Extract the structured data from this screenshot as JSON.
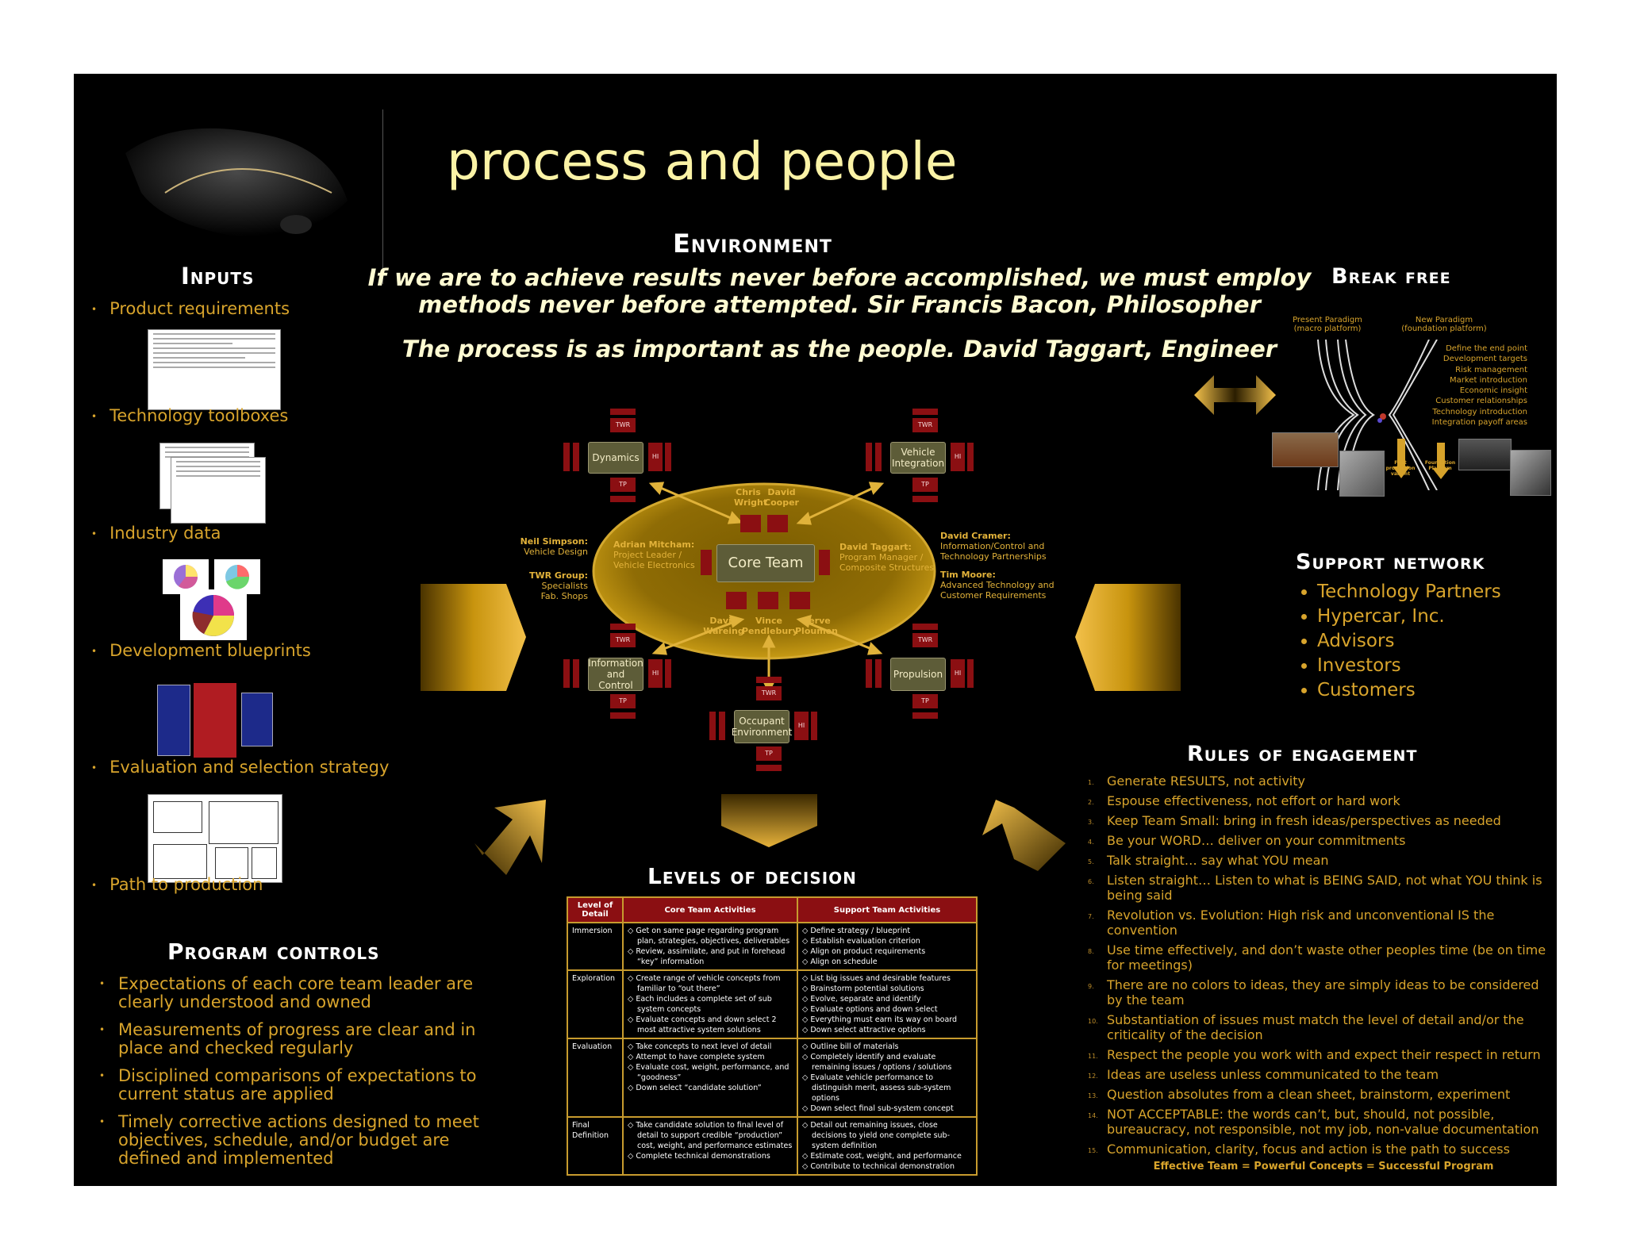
{
  "title": "process and people",
  "environment": {
    "heading": "Environment",
    "quote1_line1": "If we are to achieve results never before accomplished, we must employ",
    "quote1_line2": "methods never before attempted.  Sir Francis Bacon, Philosopher",
    "quote2": "The process is as important as the people.  David Taggart, Engineer"
  },
  "inputs": {
    "heading": "Inputs",
    "items": [
      "Product requirements",
      "Technology toolboxes",
      "Industry data",
      "Development blueprints",
      "Evaluation and selection strategy",
      "Path to production"
    ]
  },
  "program_controls": {
    "heading": "Program controls",
    "items": [
      "Expectations of each core team leader are clearly understood and owned",
      "Measurements of progress are clear and in place and checked regularly",
      "Disciplined comparisons of expectations to current status are applied",
      "Timely corrective actions designed to meet objectives, schedule, and/or budget are defined and implemented"
    ]
  },
  "break_free": {
    "heading": "Break free",
    "present": "Present Paradigm",
    "present_sub": "(macro platform)",
    "new": "New Paradigm",
    "new_sub": "(foundation platform)",
    "list": [
      "Define the end point",
      "Development targets",
      "Risk management",
      "Market introduction",
      "Economic insight",
      "Customer relationships",
      "Technology introduction",
      "Integration payoff areas"
    ],
    "first_production": "First production variant",
    "foundation_platform": "Foundation Platform"
  },
  "support": {
    "heading": "Support network",
    "items": [
      "Technology Partners",
      "Hypercar, Inc.",
      "Advisors",
      "Investors",
      "Customers"
    ]
  },
  "rules": {
    "heading": "Rules of engagement",
    "items": [
      "Generate RESULTS, not activity",
      "Espouse effectiveness, not effort or hard work",
      "Keep Team Small: bring in fresh ideas/perspectives as needed",
      "Be your WORD… deliver on your commitments",
      "Talk straight… say what YOU mean",
      "Listen straight… Listen to what is BEING SAID, not what YOU think is being said",
      "Revolution vs. Evolution: High risk and unconventional IS the convention",
      "Use time effectively, and don’t waste other peoples time (be on time for meetings)",
      "There are no colors to ideas, they are simply ideas to be considered by the team",
      "Substantiation of issues must match the level of detail and/or the criticality of the decision",
      "Respect the people you work with and expect their respect in return",
      "Ideas are useless unless communicated to the team",
      "Question absolutes from a clean sheet, brainstorm, experiment",
      "NOT ACCEPTABLE: the words can’t, but, should, not possible, bureaucracy, not responsible, not my job, non-value documentation",
      "Communication, clarity, focus and action is the path to success"
    ],
    "numbers": [
      "1.",
      "2.",
      "3.",
      "4.",
      "5.",
      "6.",
      "7.",
      "8.",
      "9.",
      "10.",
      "11.",
      "12.",
      "13.",
      "14.",
      "15."
    ],
    "footer": "Effective Team = Powerful Concepts = Successful Program"
  },
  "diagram": {
    "core": "Core Team",
    "twr": "TWR",
    "hi": "HI",
    "tp": "TP",
    "nodes": [
      "Dynamics",
      "Vehicle Integration",
      "Information and Control",
      "Propulsion",
      "Occupant Environment"
    ],
    "chris": "Chris",
    "david": "David",
    "wright": "Wright",
    "cooper": "Cooper",
    "david2": "David",
    "vince": "Vince",
    "serve": "Serve",
    "wareing": "Wareing",
    "pendlebury": "Pendlebury",
    "ploumen": "Ploumen",
    "adrian": "Adrian Mitcham:",
    "adrian_r1": "Project Leader /",
    "adrian_r2": "Vehicle Electronics",
    "taggart": "David Taggart:",
    "taggart_r1": "Program Manager /",
    "taggart_r2": "Composite Structures",
    "neil": "Neil Simpson:",
    "neil_r": "Vehicle Design",
    "twrg": "TWR Group:",
    "twrg_r1": "Specialists",
    "twrg_r2": "Fab. Shops",
    "cramer": "David Cramer:",
    "cramer_r1": "Information/Control and",
    "cramer_r2": "Technology Partnerships",
    "moore": "Tim Moore:",
    "moore_r1": "Advanced Technology and",
    "moore_r2": "Customer Requirements"
  },
  "levels": {
    "heading": "Levels of decision",
    "col1": "Level of Detail",
    "col2": "Core Team Activities",
    "col3": "Support Team Activities",
    "rows": [
      {
        "level": "Immersion",
        "core": [
          "Get on same page regarding program plan, strategies, objectives, deliverables",
          "Review, assimilate, and put in forehead “key” information"
        ],
        "support": [
          "Define strategy / blueprint",
          "Establish evaluation criterion",
          "Align on product requirements",
          "Align on schedule"
        ]
      },
      {
        "level": "Exploration",
        "core": [
          "Create range of vehicle concepts from familiar to “out there”",
          "Each includes a complete set of sub system concepts",
          "Evaluate concepts and down select 2 most attractive system solutions"
        ],
        "support": [
          "List big issues and desirable features",
          "Brainstorm potential solutions",
          "Evolve, separate and identify",
          "Evaluate options and down select",
          "Everything must earn its way on board",
          "Down select attractive options"
        ]
      },
      {
        "level": "Evaluation",
        "core": [
          "Take concepts to next level of detail",
          "Attempt to have complete system",
          "Evaluate cost, weight, performance, and “goodness”",
          "Down select “candidate solution”"
        ],
        "support": [
          "Outline bill of materials",
          "Completely identify and evaluate remaining issues / options / solutions",
          "Evaluate vehicle performance to distinguish merit, assess sub-system options",
          "Down select final sub-system concept"
        ]
      },
      {
        "level": "Final Definition",
        "core": [
          "Take candidate solution to final level of detail to support credible “production” cost, weight, and performance estimates",
          "Complete technical demonstrations"
        ],
        "support": [
          "Detail out remaining issues, close decisions to yield one complete sub-system definition",
          "Estimate cost, weight, and performance",
          "Contribute to technical demonstration"
        ]
      }
    ]
  },
  "colors": {
    "gold": "#d8a42c",
    "red": "#8b0f12",
    "title": "#fbf3a6"
  }
}
